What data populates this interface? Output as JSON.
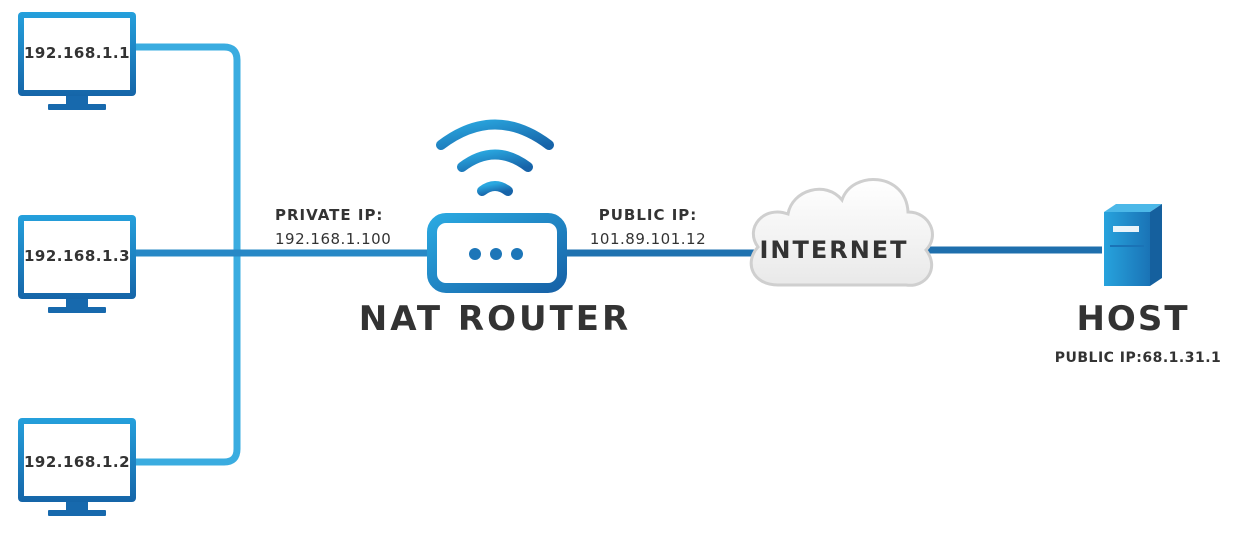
{
  "colors": {
    "line_light": "#3aa6d6",
    "line_dark": "#1a6aa5",
    "monitor_frame": "#1b7fc4",
    "text": "#333333",
    "cloud_fill": "#f4f4f4",
    "cloud_stroke": "#cfcfcf"
  },
  "computers": [
    {
      "ip": "192.168.1.1",
      "icon": "monitor-icon"
    },
    {
      "ip": "192.168.1.3",
      "icon": "monitor-icon"
    },
    {
      "ip": "192.168.1.2",
      "icon": "monitor-icon"
    }
  ],
  "private_ip": {
    "label": "PRIVATE IP:",
    "value": "192.168.1.100"
  },
  "router": {
    "label": "NAT ROUTER",
    "icon": "wifi-router-icon"
  },
  "public_ip": {
    "label": "PUBLIC IP:",
    "value": "101.89.101.12"
  },
  "internet": {
    "label": "INTERNET",
    "icon": "cloud-icon"
  },
  "host": {
    "label": "HOST",
    "public_ip": "PUBLIC IP:68.1.31.1",
    "icon": "server-icon"
  }
}
